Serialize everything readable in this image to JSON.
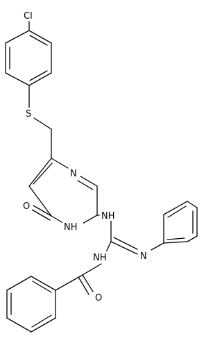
{
  "molecule": {
    "atoms": {
      "cl": "Cl",
      "s": "S",
      "n1": "N",
      "nh1": "NH",
      "o1": "O",
      "nh2": "NH",
      "n2": "N",
      "nh3": "NH",
      "o2": "O"
    }
  }
}
